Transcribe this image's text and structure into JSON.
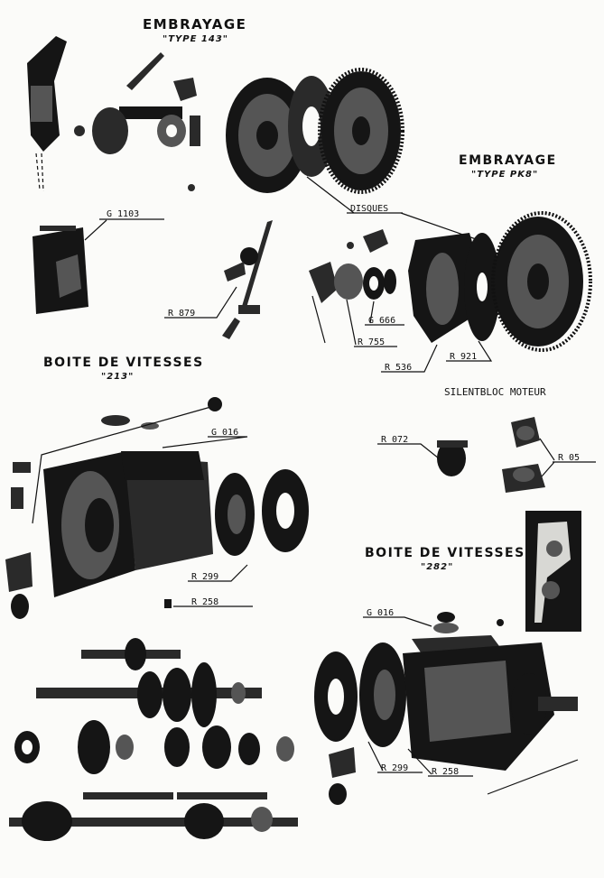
{
  "sections": {
    "clutch_143": {
      "title": "EMBRAYAGE",
      "subtitle": "\"TYPE 143\""
    },
    "clutch_pk8": {
      "title": "EMBRAYAGE",
      "subtitle": "\"TYPE PK8\""
    },
    "gearbox_213": {
      "title": "BOITE DE VITESSES",
      "subtitle": "\"213\""
    },
    "gearbox_282": {
      "title": "BOITE DE VITESSES",
      "subtitle": "\"282\""
    },
    "engine_mount": {
      "title": "SILENTBLOC MOTEUR"
    }
  },
  "callouts": {
    "disques": "DISQUES",
    "g1103": "G 1103",
    "r879": "R 879",
    "g666": "G 666",
    "r755": "R 755",
    "r536": "R 536",
    "r921": "R 921",
    "g016a": "G 016",
    "r072": "R 072",
    "r05": "R 05",
    "r299a": "R 299",
    "r258a": "R 258",
    "g016b": "G 016",
    "r299b": "R 299",
    "r258b": "R 258"
  },
  "colors": {
    "ink": "#151515",
    "paper": "#fbfbf9"
  }
}
